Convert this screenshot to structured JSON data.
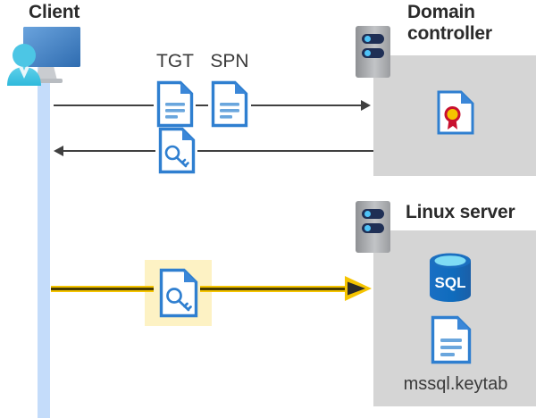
{
  "diagram": {
    "title": "Kerberos authentication flow: Client, Domain controller, Linux server",
    "type": "sequence-diagram"
  },
  "actors": {
    "client": {
      "label": "Client",
      "icon": "user-with-monitor-icon"
    },
    "domain_controller": {
      "label": "Domain\ncontroller",
      "label_line1": "Domain",
      "label_line2": "controller",
      "icon": "server-rack-icon",
      "contents": [
        {
          "name": "certificate-icon",
          "label": ""
        }
      ]
    },
    "linux_server": {
      "label": "Linux server",
      "icon": "server-rack-icon",
      "contents": [
        {
          "name": "sql-database-icon",
          "label": "SQL"
        },
        {
          "name": "keytab-document-icon",
          "label": "mssql.keytab"
        }
      ]
    }
  },
  "messages": [
    {
      "id": "msg-request",
      "direction": "right",
      "from": "client",
      "to": "domain_controller",
      "artifacts": [
        {
          "label": "TGT",
          "icon": "document-lines-icon"
        },
        {
          "label": "SPN",
          "icon": "document-lines-icon"
        }
      ],
      "style": "thin-grey"
    },
    {
      "id": "msg-response",
      "direction": "left",
      "from": "domain_controller",
      "to": "client",
      "artifacts": [
        {
          "label": "",
          "icon": "document-key-icon"
        }
      ],
      "style": "thin-grey"
    },
    {
      "id": "msg-service-ticket",
      "direction": "right",
      "from": "client",
      "to": "linux_server",
      "artifacts": [
        {
          "label": "",
          "icon": "document-key-icon",
          "highlighted": true
        }
      ],
      "style": "thick-yellow"
    }
  ],
  "labels": {
    "tgt": "TGT",
    "spn": "SPN",
    "sql": "SQL",
    "keytab_filename": "mssql.keytab",
    "client_title": "Client",
    "dc_title_line1": "Domain",
    "dc_title_line2": "controller",
    "linux_title": "Linux server"
  },
  "colors": {
    "lifeline_blue": "#c4dcfa",
    "panel_grey": "#d5d5d5",
    "highlight_yellow": "#fdf2c4",
    "arrow_yellow": "#f5c400",
    "arrow_grey": "#404040",
    "doc_blue": "#2f7fd0",
    "doc_fold_blue": "#3b87d8",
    "sql_blue": "#0f6cbd",
    "cert_red": "#c8102e",
    "cert_gold": "#f5c400",
    "rack_navy": "#1f2f55",
    "rack_dot": "#4fc3f7",
    "text_dark": "#2b2b2b"
  }
}
